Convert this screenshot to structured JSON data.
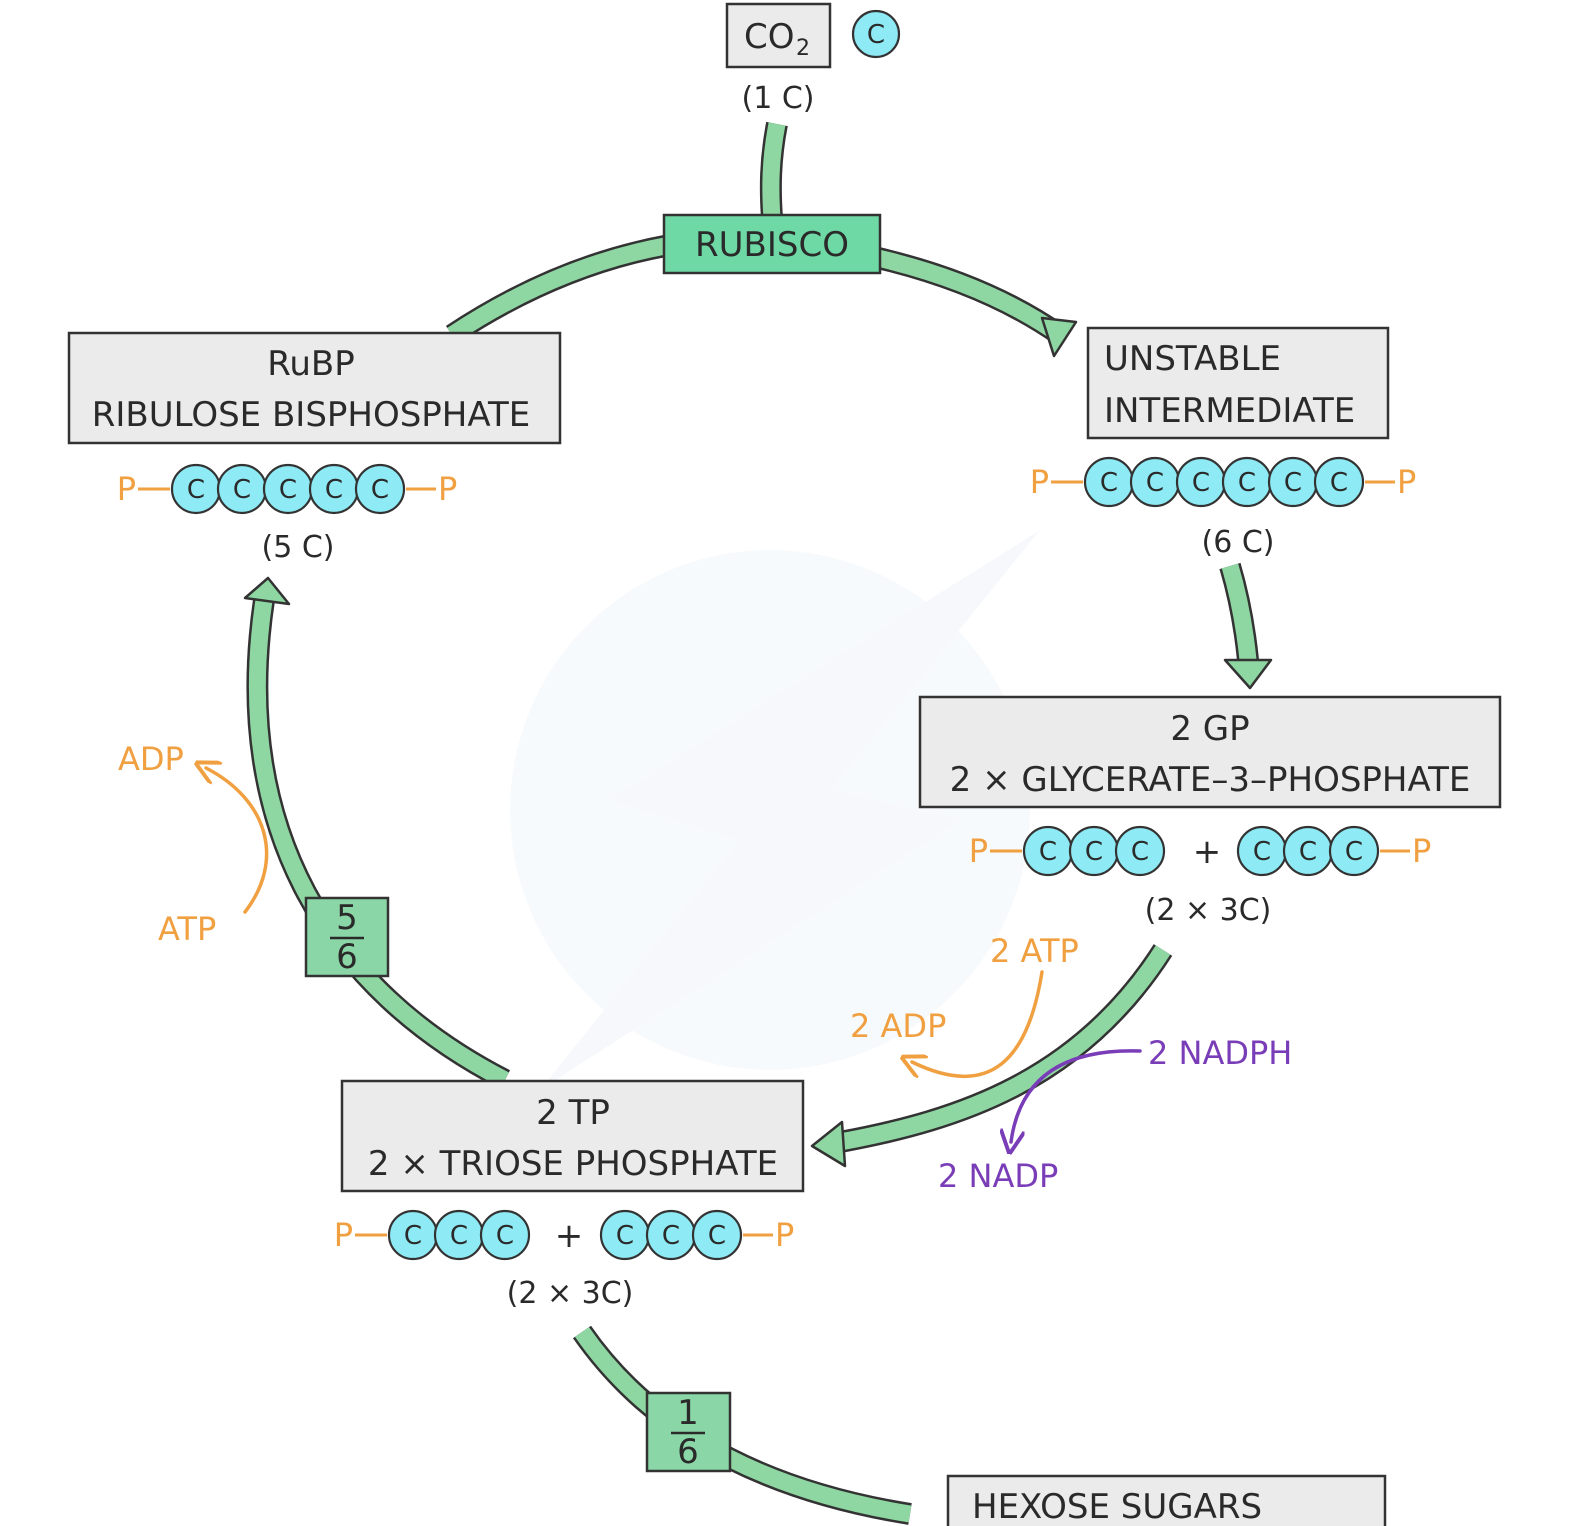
{
  "co2": {
    "label": "CO",
    "sub": "2",
    "carbon": "C",
    "count": "(1 C)"
  },
  "enzyme": "RUBISCO",
  "rubp": {
    "line1": "RuBP",
    "line2": "RIBULOSE  BISPHOSPHATE",
    "p": "P",
    "count": "(5 C)"
  },
  "unstable": {
    "line1": "UNSTABLE",
    "line2": "INTERMEDIATE",
    "p": "P",
    "count": "(6 C)"
  },
  "gp": {
    "line1": "2 GP",
    "line2": "2 × GLYCERATE–3–PHOSPHATE",
    "p": "P",
    "plus": "+",
    "count": "(2 × 3C)"
  },
  "tp": {
    "line1": "2 TP",
    "line2": "2 × TRIOSE  PHOSPHATE",
    "p": "P",
    "plus": "+",
    "count": "(2 × 3C)"
  },
  "hexose": {
    "line1": "HEXOSE  SUGARS"
  },
  "fractions": {
    "regen": {
      "num": "5",
      "den": "6"
    },
    "out": {
      "num": "1",
      "den": "6"
    }
  },
  "cofactors": {
    "adp": "ADP",
    "atp": "ATP",
    "atp2": "2 ATP",
    "adp2": "2 ADP",
    "nadph2": "2 NADPH",
    "nadp2": "2 NADP"
  },
  "colors": {
    "arrow": "#8ed7a2",
    "carbon": "#8eeaf4",
    "phosphate": "#f0a040",
    "nadph": "#7a3db8"
  }
}
